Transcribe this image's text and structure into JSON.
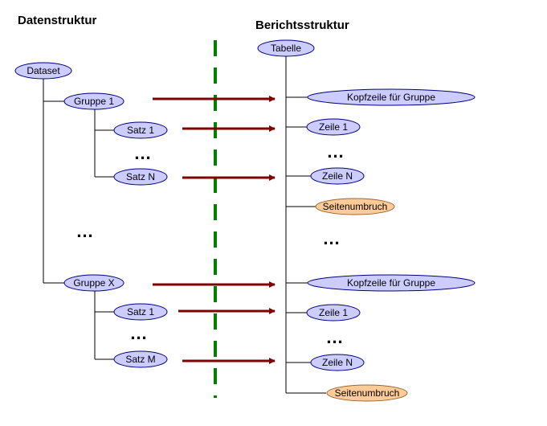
{
  "headings": {
    "left": "Datenstruktur",
    "right": "Berichtsstruktur"
  },
  "colors": {
    "node_fill": "#ccccff",
    "break_fill": "#ffcc99",
    "node_stroke": "#000080",
    "break_stroke": "#996633",
    "arrow": "#800000",
    "divider": "#008000",
    "tree_line": "#000000"
  },
  "data_tree": {
    "root": "Dataset",
    "groups": [
      {
        "label": "Gruppe 1",
        "records": [
          "Satz 1",
          "Satz N"
        ]
      },
      {
        "label": "Gruppe X",
        "records": [
          "Satz 1",
          "Satz M"
        ]
      }
    ]
  },
  "report_tree": {
    "root": "Tabelle",
    "sections": [
      {
        "header": "Kopfzeile für Gruppe",
        "rows": [
          "Zeile 1",
          "Zeile N"
        ],
        "break": "Seitenumbruch"
      },
      {
        "header": "Kopfzeile für Gruppe",
        "rows": [
          "Zeile 1",
          "Zeile N"
        ],
        "break": "Seitenumbruch"
      }
    ]
  },
  "ellipsis": "..."
}
